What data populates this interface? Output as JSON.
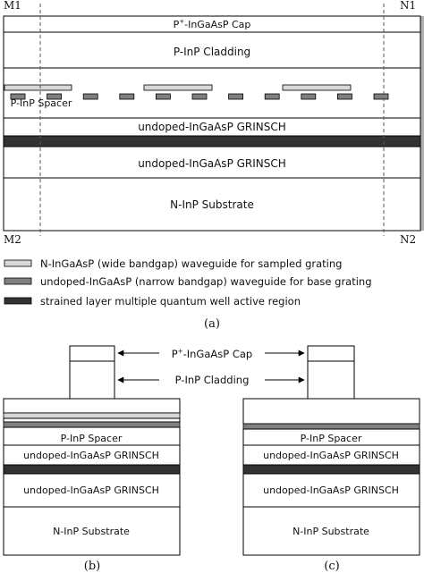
{
  "top_view": {
    "corner_labels": {
      "top_left": "M1",
      "top_right": "N1",
      "bottom_left": "M2",
      "bottom_right": "N2"
    },
    "layers": {
      "cap": {
        "prefix": "P",
        "superscript": "+",
        "suffix": "-InGaAsP Cap"
      },
      "cladding": "P-InP Cladding",
      "spacer": "P-InP Spacer",
      "grinsch_upper": "undoped-InGaAsP GRINSCH",
      "grinsch_lower": "undoped-InGaAsP GRINSCH",
      "substrate": "N-InP Substrate"
    }
  },
  "legend": [
    {
      "text": "N-InGaAsP (wide bandgap) waveguide for sampled grating",
      "color": "#d8d8d8"
    },
    {
      "text": "undoped-InGaAsP (narrow bandgap) waveguide for base grating",
      "color": "#808080"
    },
    {
      "text": "strained layer multiple quantum well active region",
      "color": "#333333"
    }
  ],
  "captions": {
    "a": "(a)",
    "b": "(b)",
    "c": "(c)"
  },
  "cross_sections": {
    "annotation_cap": {
      "prefix": "P",
      "superscript": "+",
      "suffix": "-InGaAsP Cap"
    },
    "annotation_cladding": "P-InP Cladding",
    "b": {
      "spacer": "P-InP Spacer",
      "grinsch_upper": "undoped-InGaAsP GRINSCH",
      "grinsch_lower": "undoped-InGaAsP GRINSCH",
      "substrate": "N-InP Substrate"
    },
    "c": {
      "spacer": "P-InP Spacer",
      "grinsch_upper": "undoped-InGaAsP GRINSCH",
      "grinsch_lower": "undoped-InGaAsP GRINSCH",
      "substrate": "N-InP Substrate"
    }
  },
  "colors": {
    "sampled_grating": "#d8d8d8",
    "base_grating": "#808080",
    "active_region": "#333333"
  }
}
